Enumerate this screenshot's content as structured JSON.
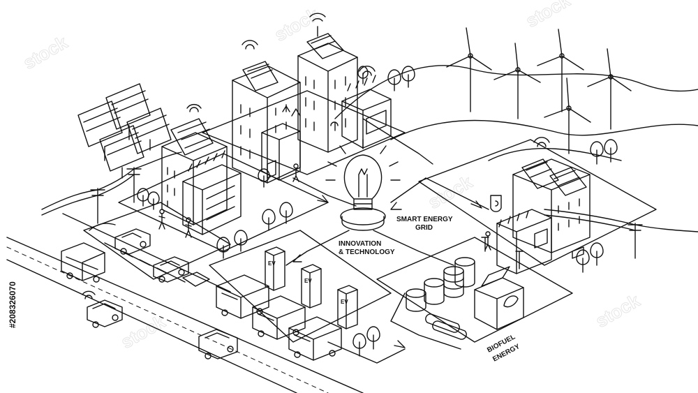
{
  "labels": {
    "innovation_line1": "INNOVATION",
    "innovation_line2": "& TECHNOLOGY",
    "grid_line1": "SMART ENERGY",
    "grid_line2": "GRID",
    "biofuel_line1": "BIOFUEL",
    "biofuel_line2": "ENERGY",
    "ev_station": "EV",
    "side_id": "#208326070"
  },
  "watermark": "stock",
  "colors": {
    "ink": "#111111",
    "background": "#ffffff",
    "watermark": "#e6e6e6"
  }
}
